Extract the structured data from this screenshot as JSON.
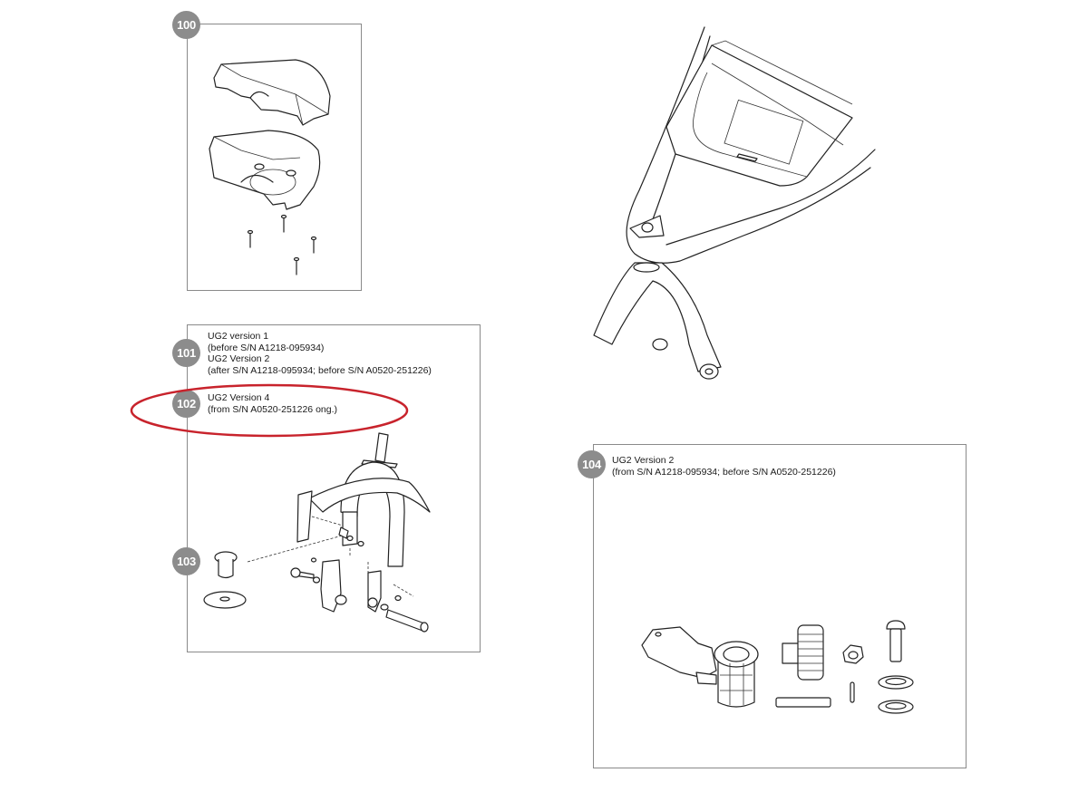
{
  "panels": {
    "p100": {
      "badge": "100",
      "content": "Upper and lower covers with four screws"
    },
    "p101": {
      "badge": "101",
      "line1": "UG2 version 1",
      "line2": "(before S/N A1218-095934)",
      "line3": "UG2 Version 2",
      "line4": "(after S/N A1218-095934; before S/N A0520-251226)"
    },
    "p102": {
      "badge": "102",
      "line1": "UG2 Version 4",
      "line2": "(from S/N A0520-251226 ong.)"
    },
    "p103": {
      "badge": "103"
    },
    "p104": {
      "badge": "104",
      "line1": "UG2 Version 2",
      "line2": "(from S/N A1218-095934; before S/N A0520-251226)"
    }
  },
  "colors": {
    "badge": "#8c8c8c",
    "border": "#8a8a8a",
    "highlight": "#c8232c"
  }
}
